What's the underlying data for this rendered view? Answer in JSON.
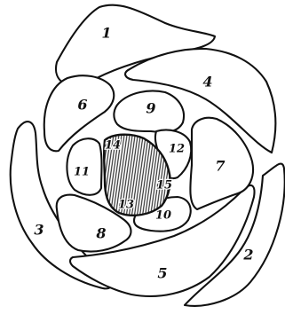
{
  "figure": {
    "labels": {
      "p1": "1",
      "p2": "2",
      "p3": "3",
      "p4": "4",
      "p5": "5",
      "p6": "6",
      "p7": "7",
      "p8": "8",
      "p9": "9",
      "p10": "10",
      "p11": "11",
      "p12": "12",
      "p13": "13",
      "p14": "14",
      "p15": "15"
    }
  }
}
